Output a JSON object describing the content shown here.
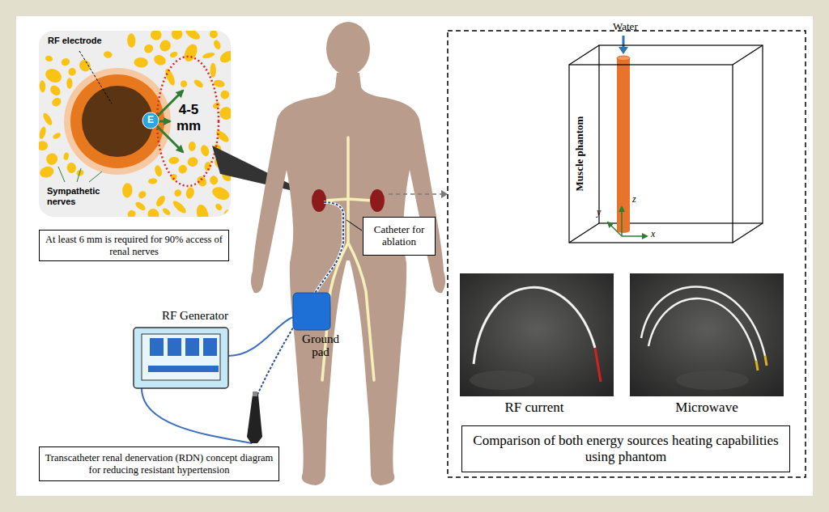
{
  "diagram": {
    "nodes": [
      {
        "text": [
          "At least 6 mm is required for 90% access of renal nerves"
        ]
      },
      {
        "text": [
          "Catheter for ablation"
        ]
      },
      {
        "text": [
          "Transcatheter renal denervation (RDN) concept diagram for reducing resistant hypertension"
        ]
      },
      {
        "text": [
          "Comparison of both energy sources heating capabilities using phantom"
        ]
      }
    ],
    "labels": [
      "RF electrode",
      "E",
      "4-5 mm",
      "Sympathetic nerves",
      "RF Generator",
      "Ground pad",
      "Water",
      "Muscle phantom",
      "z",
      "y",
      "x",
      "RF current",
      "Microwave"
    ]
  }
}
